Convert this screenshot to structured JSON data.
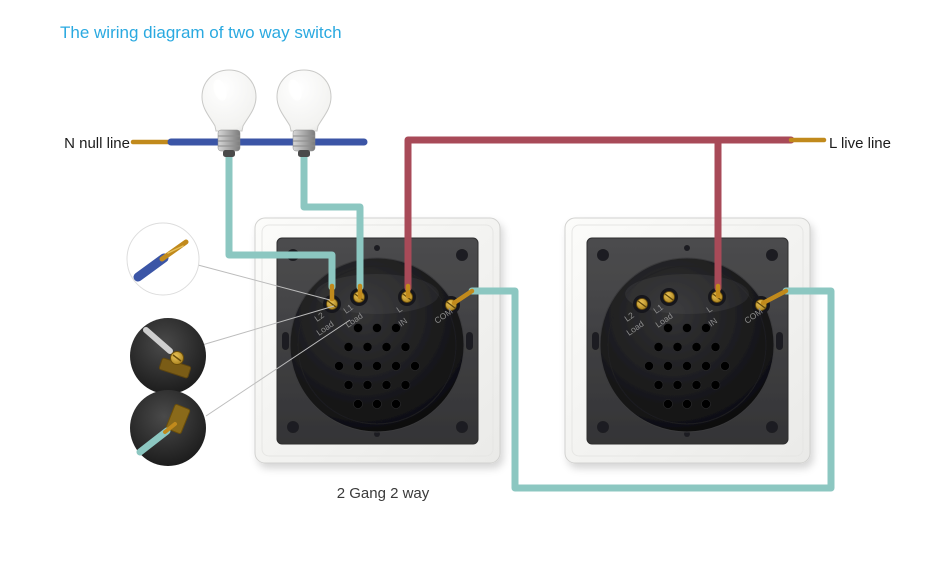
{
  "title": "The wiring diagram of two way switch",
  "labels": {
    "null_line": "N null line",
    "live_line": "L live line",
    "caption": "2 Gang 2 way"
  },
  "switches": [
    {
      "terminals": [
        "L2",
        "L1",
        "L",
        "COM"
      ],
      "sub_labels": [
        "Load",
        "Load",
        "IN"
      ]
    },
    {
      "terminals": [
        "L2",
        "L1",
        "L",
        "COM"
      ],
      "sub_labels": [
        "Load",
        "Load",
        "IN"
      ]
    }
  ],
  "colors": {
    "title": "#2aa9e0",
    "text": "#1c1c1c",
    "caption_text": "#3a3a3a",
    "wire_teal": "#8cc7c1",
    "wire_blue": "#3b55a6",
    "wire_red": "#a84a58",
    "wire_gold": "#c18a1c",
    "leader": "#bcbcbc"
  }
}
